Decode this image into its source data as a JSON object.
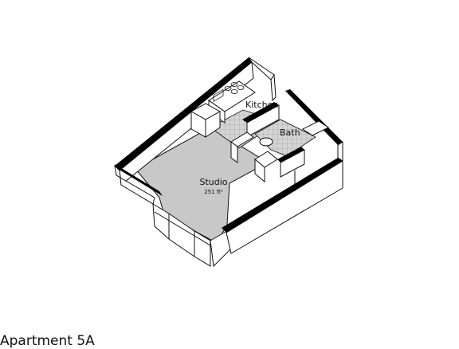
{
  "rooms": {
    "studio": {
      "label": "Studio",
      "area": "251 ft²"
    },
    "kitchen": {
      "label": "Kitchen"
    },
    "bath": {
      "label": "Bath"
    }
  },
  "caption": "Apartment 5A",
  "colors": {
    "floor": "#c8c8c8",
    "tile": "#d4d4d4",
    "wall_top": "#000000",
    "wall_face": "#ffffff",
    "line": "#111111"
  }
}
